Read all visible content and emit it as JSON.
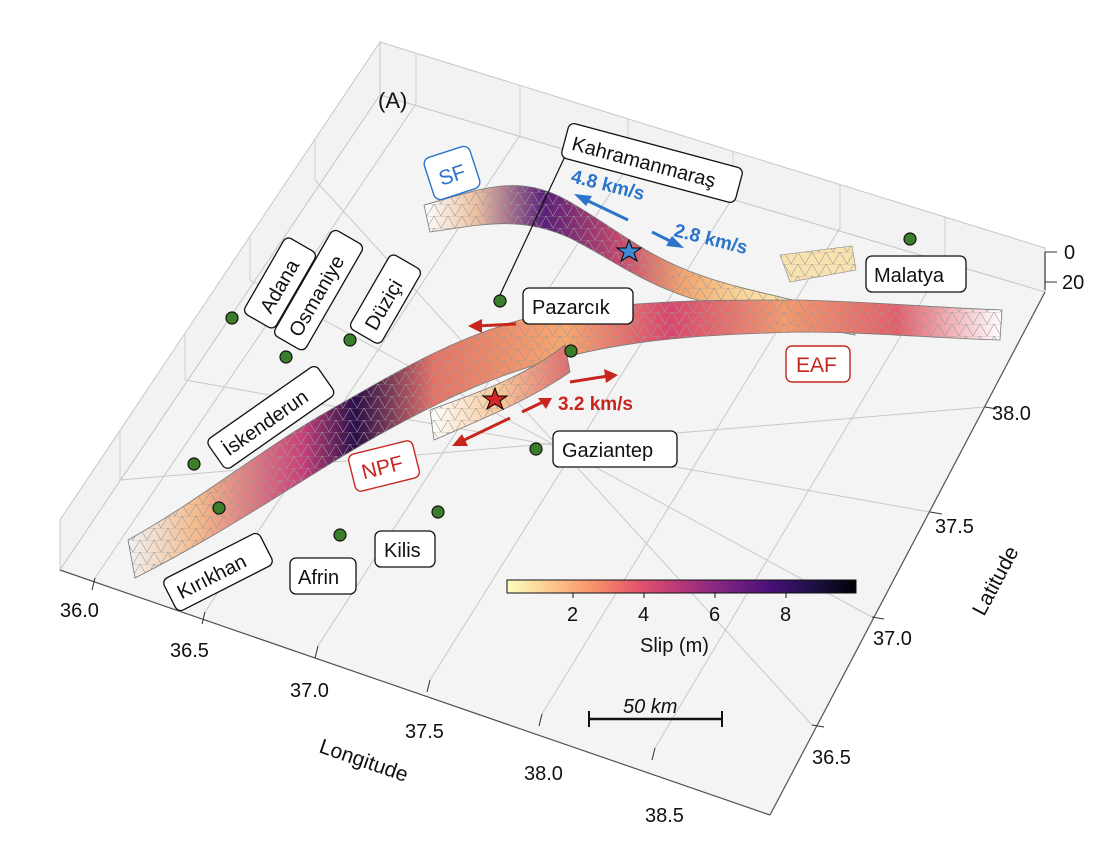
{
  "panel_label": "(A)",
  "axes": {
    "longitude": {
      "label": "Longitude",
      "ticks": [
        "36.0",
        "36.5",
        "37.0",
        "37.5",
        "38.0",
        "38.5"
      ]
    },
    "latitude": {
      "label": "Latitude",
      "ticks": [
        "36.5",
        "37.0",
        "37.5",
        "38.0"
      ]
    },
    "depth": {
      "ticks": [
        "0",
        "20"
      ]
    }
  },
  "faults": [
    {
      "name": "SF",
      "color": "#2a74c9"
    },
    {
      "name": "EAF",
      "color": "#c7261f"
    },
    {
      "name": "NPF",
      "color": "#c7261f"
    }
  ],
  "cities": [
    "Kahramanmaraş",
    "Pazarcık",
    "Malatya",
    "Adana",
    "Osmaniye",
    "Düziçi",
    "İskenderun",
    "Gaziantep",
    "Kırıkhan",
    "Afrin",
    "Kilis"
  ],
  "rupture_velocities": [
    {
      "text": "4.8 km/s",
      "color": "#2a74c9"
    },
    {
      "text": "2.8 km/s",
      "color": "#2a74c9"
    },
    {
      "text": "3.2 km/s",
      "color": "#c7261f"
    }
  ],
  "colorbar": {
    "label": "Slip (m)",
    "ticks": [
      "2",
      "4",
      "6",
      "8"
    ],
    "colors": [
      "#fcfdbf",
      "#fcc98d",
      "#f8906a",
      "#e4556c",
      "#b5367a",
      "#7d2482",
      "#4a1079",
      "#1d1147",
      "#000004"
    ]
  },
  "scale_bar": {
    "label": "50 km"
  },
  "marker_colors": {
    "city": "#3a7d2a",
    "epicenter_sf": "#3d8bd9",
    "epicenter_npf": "#d62728"
  }
}
